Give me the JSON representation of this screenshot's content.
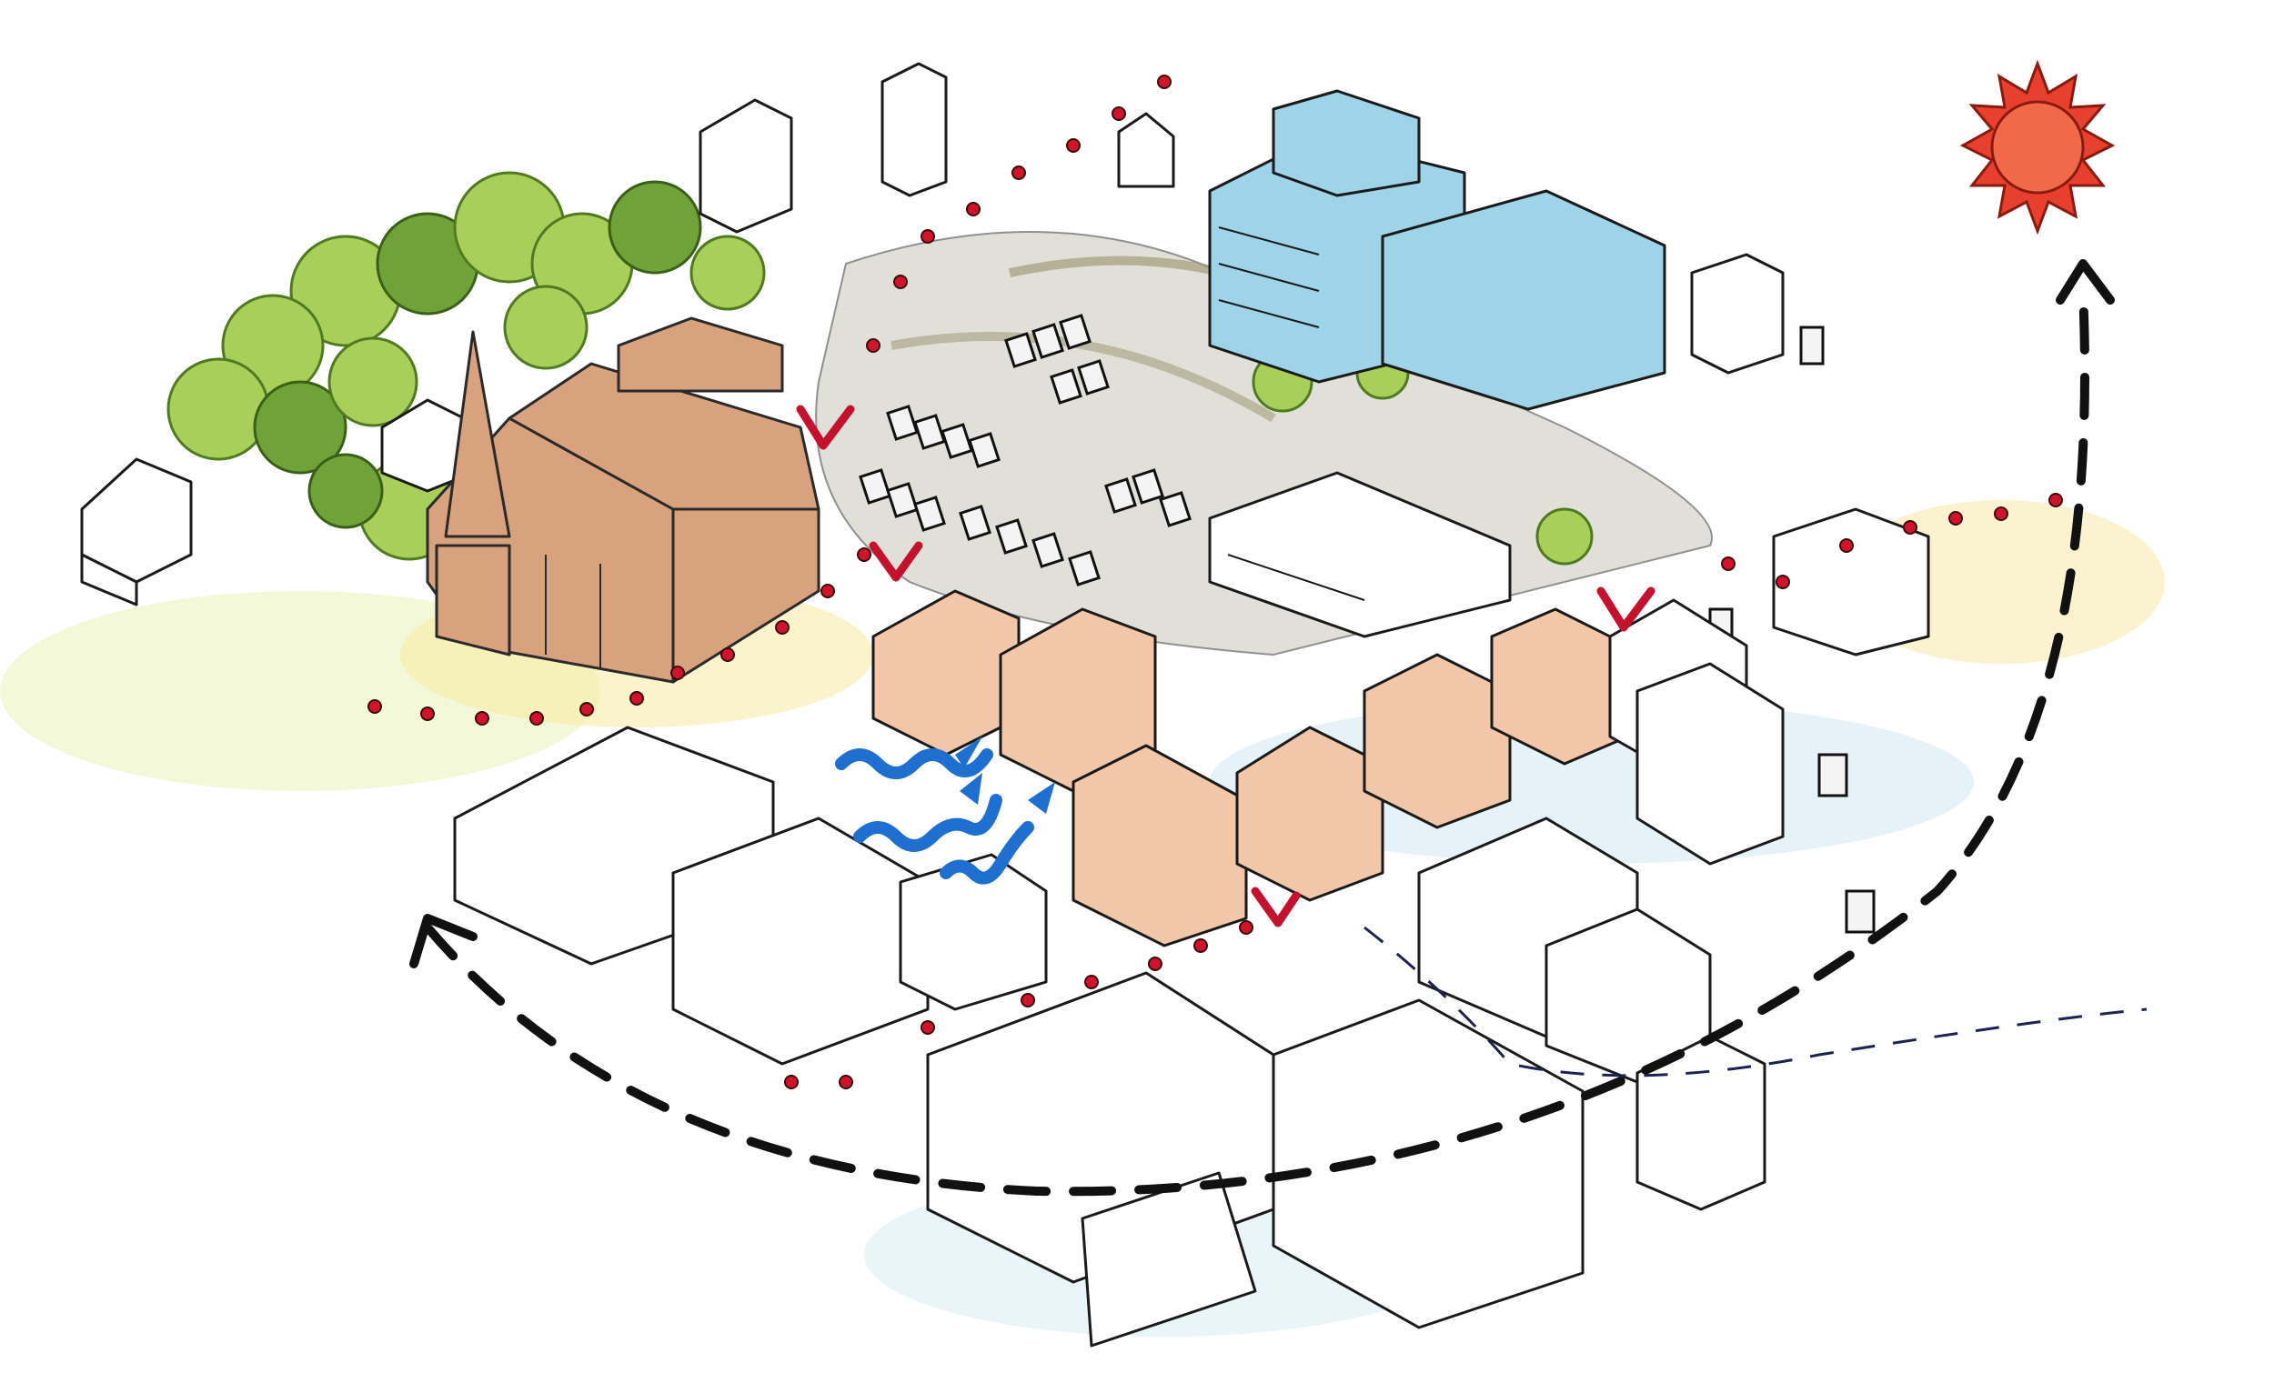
{
  "diagram": {
    "style": "hand-drawn watercolor axonometric site sketch",
    "elements": [
      {
        "name": "church-with-spire",
        "color": "#d9a27e"
      },
      {
        "name": "woodland-trees",
        "color": "#a7cf5a"
      },
      {
        "name": "glass-office-block",
        "color": "#9fd3e8"
      },
      {
        "name": "car-park",
        "color": "#d8d6cc"
      },
      {
        "name": "terraced-houses",
        "color": "#f2c6a8"
      },
      {
        "name": "pedestrian-route-dots",
        "color": "#d1142b"
      },
      {
        "name": "entrance-markers",
        "color": "#c4122e"
      },
      {
        "name": "wind-arrows",
        "color": "#1f6fd1"
      },
      {
        "name": "sun-path-arc",
        "color": "#111111"
      },
      {
        "name": "sun-icon",
        "color": "#e8402f"
      },
      {
        "name": "water-line",
        "color": "#1b2350"
      }
    ]
  }
}
